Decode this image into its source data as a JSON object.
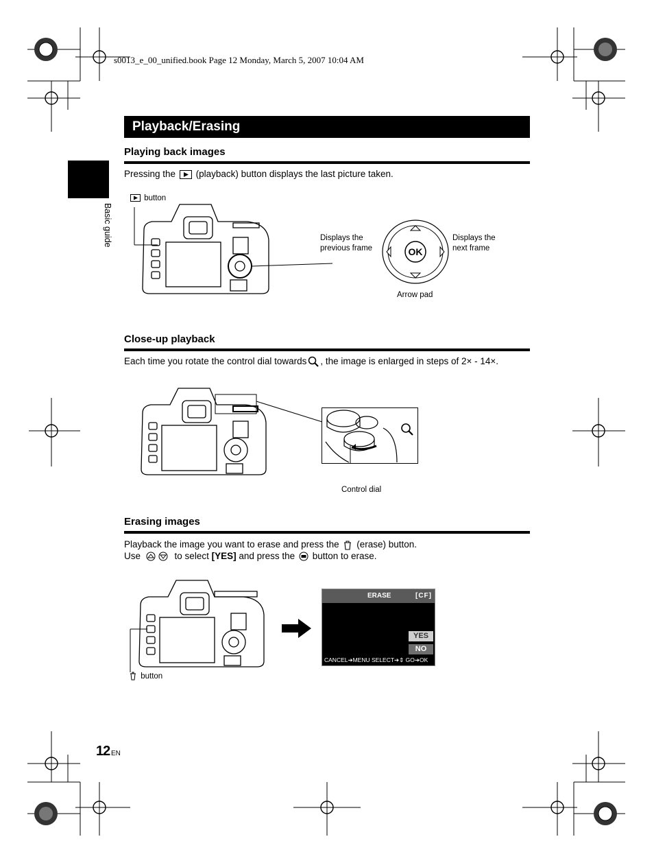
{
  "header": {
    "file_line": "s0013_e_00_unified.book  Page 12  Monday, March 5, 2007  10:04 AM"
  },
  "section": {
    "title": "Playback/Erasing"
  },
  "side_tab": {
    "label": "Basic guide"
  },
  "playing_back": {
    "title": "Playing back images",
    "text_before": "Pressing the",
    "text_after": "(playback) button displays the last picture taken.",
    "button_label": "button",
    "prev_label": [
      "Displays the",
      "previous frame"
    ],
    "next_label": [
      "Displays the",
      "next frame"
    ],
    "arrow_pad_label": "Arrow pad",
    "ok_label": "OK"
  },
  "closeup": {
    "title": "Close-up playback",
    "text_before": "Each time you rotate the control dial towards",
    "text_after": ", the image is enlarged in steps of 2× - 14×.",
    "control_dial_label": "Control dial"
  },
  "erasing": {
    "title": "Erasing images",
    "line1_before": "Playback the image you want to erase and press the",
    "line1_after": "(erase) button.",
    "line2_use": "Use",
    "line2_mid": "to select",
    "line2_yes": "[YES]",
    "line2_after": "and press the",
    "line2_end": "button to erase.",
    "button_label": "button",
    "screen": {
      "title": "ERASE",
      "card": "[CF]",
      "yes": "YES",
      "no": "NO",
      "footer": "CANCEL➔MENU  SELECT➔⇕  GO➔OK"
    }
  },
  "footer": {
    "page_number": "12",
    "lang": "EN"
  }
}
